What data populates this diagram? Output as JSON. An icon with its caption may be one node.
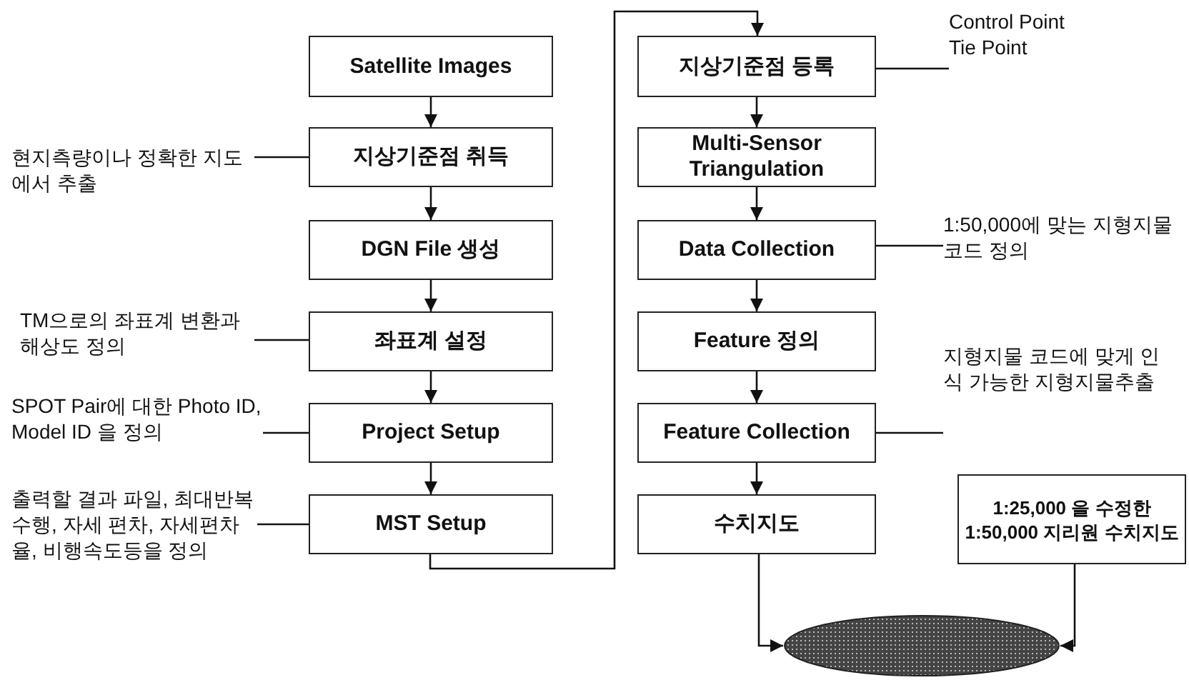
{
  "diagram": {
    "nodes": [
      {
        "text": [
          "Satellite Images"
        ]
      },
      {
        "text": [
          "현지측량이나 정확한 지도에서 추출"
        ]
      },
      {
        "text": [
          "지상기준점 취득"
        ]
      },
      {
        "text": [
          "DGN File 생성"
        ]
      },
      {
        "text": [
          "TM으로의 좌표계 변환과 해상도 정의"
        ]
      },
      {
        "text": [
          "좌표계 설정"
        ]
      },
      {
        "text": [
          "SPOT Pair에 대한 Photo ID, Model ID 을 정의"
        ]
      },
      {
        "text": [
          "Project Setup"
        ]
      },
      {
        "text": [
          "출력할 결과 파일, 최대반복수행, 자세 편차, 자세편차율, 비행속도등을 정의"
        ]
      },
      {
        "text": [
          "MST Setup"
        ]
      },
      {
        "text": [
          "지상기준점 등록"
        ]
      },
      {
        "text": [
          "Control Point",
          "Tie Point"
        ]
      },
      {
        "text": [
          "Multi-Sensor Triangulation"
        ]
      },
      {
        "text": [
          "Data Collection"
        ]
      },
      {
        "text": [
          "1:50,000에 맞는 지형지물 코드 정의"
        ]
      },
      {
        "text": [
          "Feature 정의"
        ]
      },
      {
        "text": [
          "Feature Collection"
        ]
      },
      {
        "text": [
          "지형지물 코드에 맞게 인식 가능한 지형지물추출"
        ]
      },
      {
        "text": [
          "수치지도"
        ]
      },
      {
        "text": [
          "1:25,000 을 수정한 1:50,000 지리원 수치지도"
        ]
      },
      {
        "text": [],
        "shape": "ellipse"
      }
    ],
    "edges": [
      {
        "from": 0,
        "to": 2,
        "arrow": "to"
      },
      {
        "from": 1,
        "to": 2,
        "arrow": "none"
      },
      {
        "from": 2,
        "to": 3,
        "arrow": "to"
      },
      {
        "from": 3,
        "to": 5,
        "arrow": "to"
      },
      {
        "from": 4,
        "to": 5,
        "arrow": "none"
      },
      {
        "from": 5,
        "to": 7,
        "arrow": "to"
      },
      {
        "from": 6,
        "to": 7,
        "arrow": "none"
      },
      {
        "from": 7,
        "to": 9,
        "arrow": "to"
      },
      {
        "from": 8,
        "to": 9,
        "arrow": "none"
      },
      {
        "from": 9,
        "to": 10,
        "arrow": "to"
      },
      {
        "from": 10,
        "to": 11,
        "arrow": "none"
      },
      {
        "from": 10,
        "to": 12,
        "arrow": "to"
      },
      {
        "from": 12,
        "to": 13,
        "arrow": "to"
      },
      {
        "from": 13,
        "to": 14,
        "arrow": "none"
      },
      {
        "from": 13,
        "to": 15,
        "arrow": "to"
      },
      {
        "from": 15,
        "to": 16,
        "arrow": "to"
      },
      {
        "from": 16,
        "to": 17,
        "arrow": "none"
      },
      {
        "from": 16,
        "to": 18,
        "arrow": "to"
      },
      {
        "from": 18,
        "to": 20,
        "arrow": "to"
      },
      {
        "from": 19,
        "to": 20,
        "arrow": "to"
      }
    ]
  }
}
